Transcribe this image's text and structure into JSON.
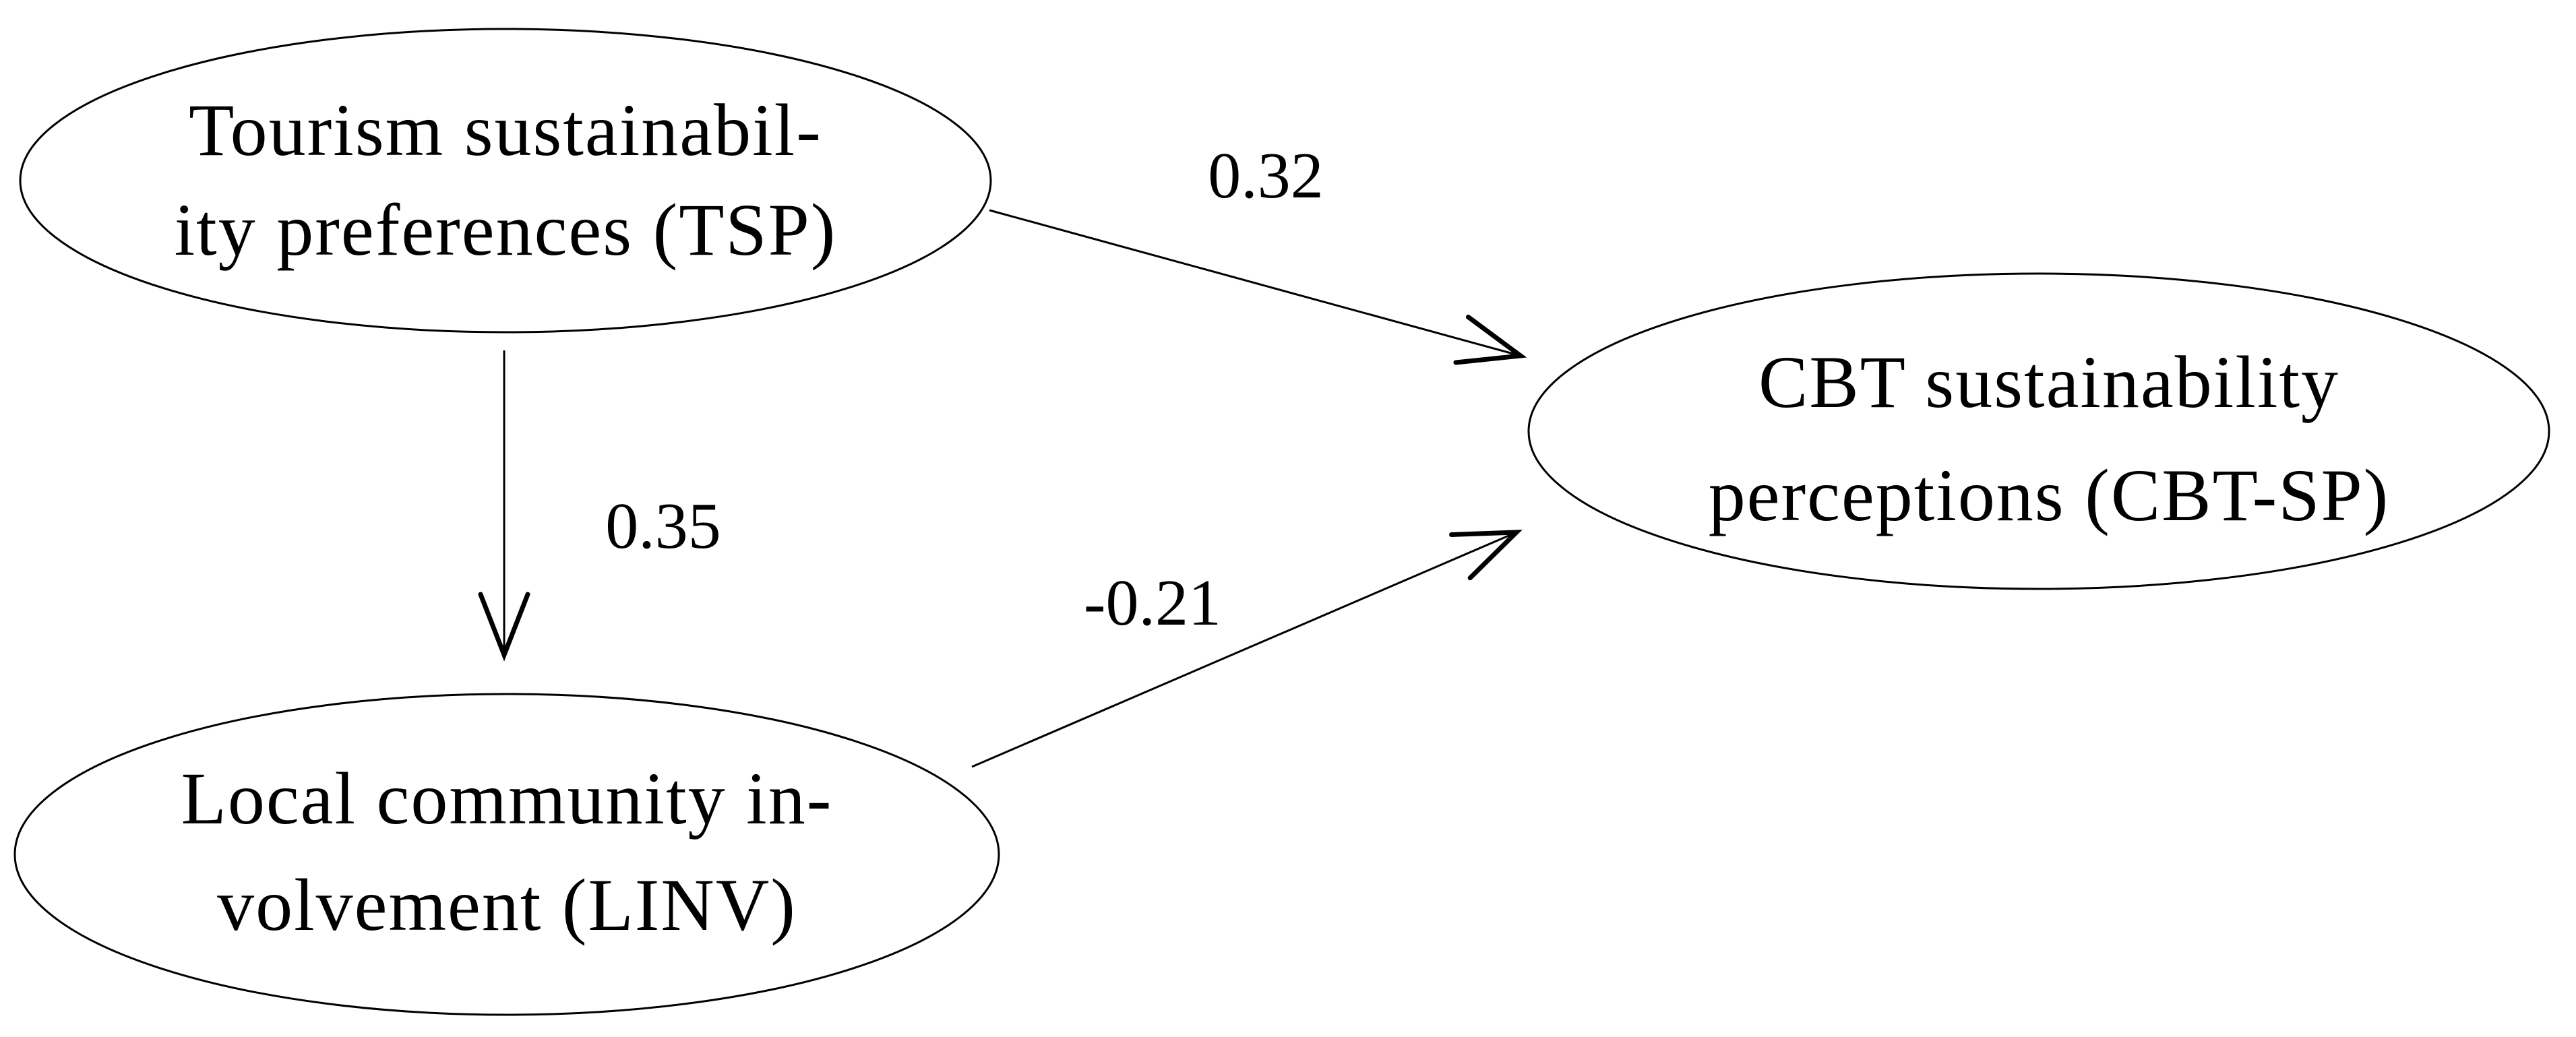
{
  "figure": {
    "type": "path-model-diagram",
    "colors": {
      "ink": "#000000",
      "background": "#ffffff"
    },
    "nodes": {
      "tsp": {
        "label_line1": "Tourism sustainabil-",
        "label_line2": "ity preferences (TSP)",
        "full_label": "Tourism sustainability preferences (TSP)",
        "code": "TSP"
      },
      "linv": {
        "label_line1": "Local community in-",
        "label_line2": "volvement (LINV)",
        "full_label": "Local community involvement (LINV)",
        "code": "LINV"
      },
      "cbt_sp": {
        "label_line1": "CBT sustainability",
        "label_line2": "perceptions (CBT-SP)",
        "full_label": "CBT sustainability perceptions (CBT-SP)",
        "code": "CBT-SP"
      }
    },
    "paths": [
      {
        "from": "TSP",
        "to": "CBT-SP",
        "coefficient": "0.32"
      },
      {
        "from": "TSP",
        "to": "LINV",
        "coefficient": "0.35"
      },
      {
        "from": "LINV",
        "to": "CBT-SP",
        "coefficient": "-0.21"
      }
    ]
  }
}
